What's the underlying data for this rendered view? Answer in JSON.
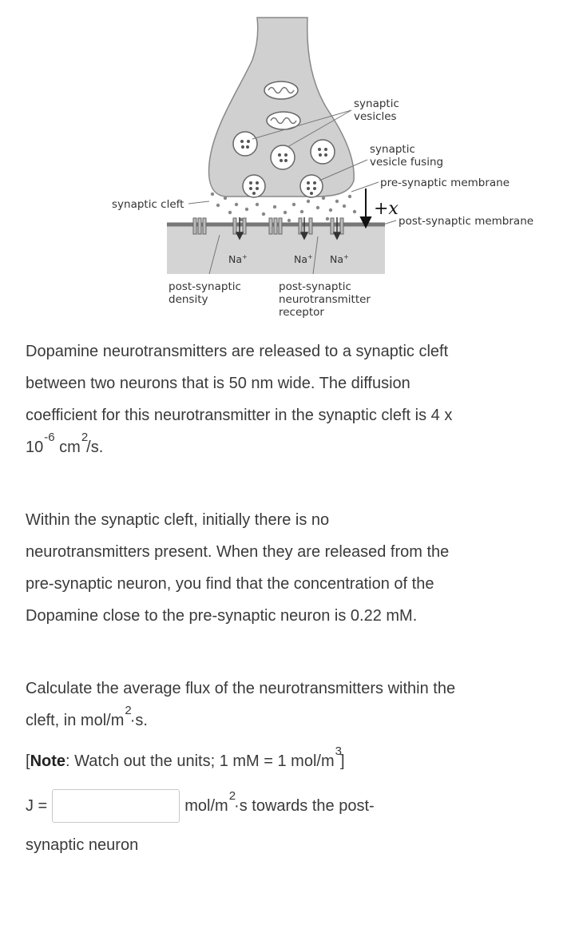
{
  "diagram": {
    "labels": {
      "synaptic_vesicles_1": "synaptic",
      "synaptic_vesicles_2": "vesicles",
      "vesicle_fusing_1": "synaptic",
      "vesicle_fusing_2": "vesicle fusing",
      "pre_membrane": "pre-synaptic membrane",
      "post_membrane": "post-synaptic membrane",
      "cleft": "synaptic cleft",
      "axis": "+x",
      "na1": "Na",
      "na2": "Na",
      "na3": "Na",
      "na_charge": "+",
      "density_1": "post-synaptic",
      "density_2": "density",
      "receptor_1": "post-synaptic",
      "receptor_2": "neurotransmitter",
      "receptor_3": "receptor"
    }
  },
  "question": {
    "p1_a": "Dopamine neurotransmitters are released to a synaptic cleft between two neurons that is 50 nm wide.  The diffusion coefficient for this neurotransmitter in the synaptic cleft is 4 x 10",
    "p1_exp": "-6",
    "p1_unit": "cm",
    "p1_unit_exp": "2",
    "p1_end": "/s.",
    "p2": "Within the synaptic cleft, initially there is no neurotransmitters present.  When they are released from the pre-synaptic neuron, you find that the concentration of the Dopamine close to the pre-synaptic neuron is 0.22 mM.",
    "p3_a": "Calculate the average flux of the neurotransmitters within the cleft, in mol/m",
    "p3_exp": "2",
    "p3_end": "·s.",
    "note_open": "[",
    "note_bold": "Note",
    "note_text": ": Watch out the units; 1 mM = 1 mol/m",
    "note_exp": "3",
    "note_close": "]",
    "answer_label": "J =",
    "answer_value": "",
    "answer_unit_a": "mol/m",
    "answer_unit_exp": "2",
    "answer_unit_b": "·s towards the post-",
    "answer_tail": "synaptic neuron"
  }
}
